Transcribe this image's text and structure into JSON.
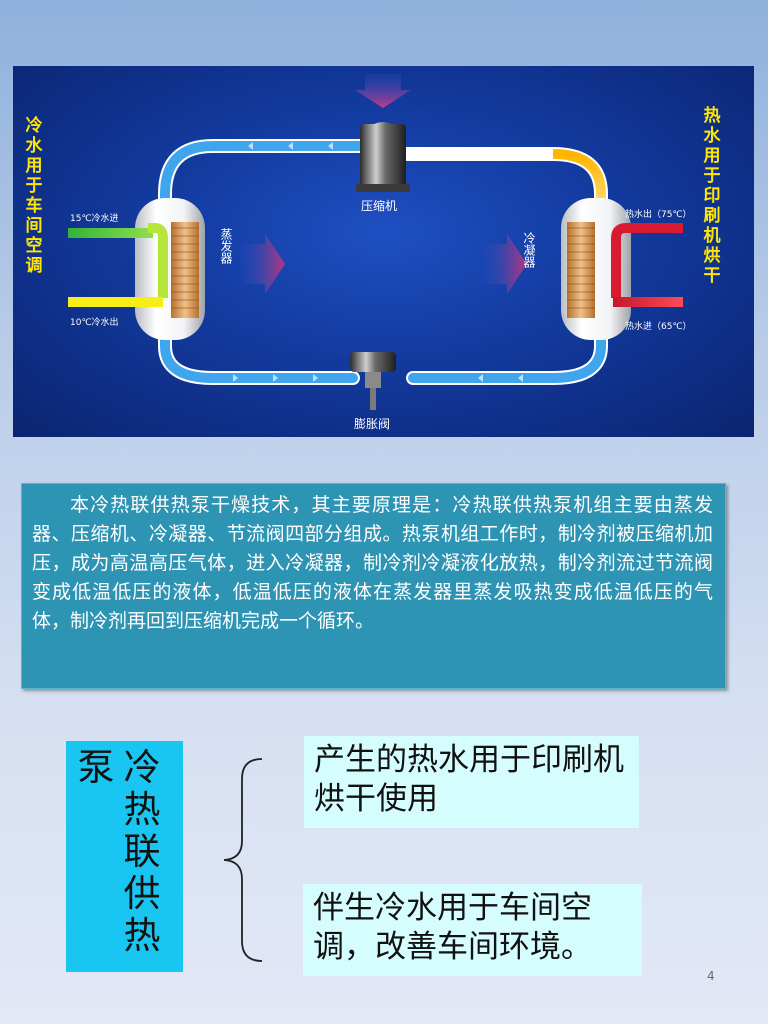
{
  "diagram": {
    "left_label": "冷水用于车间空调",
    "right_label": "热水用于印刷机烘干",
    "compressor_label": "压缩机",
    "evaporator_label": "蒸发器",
    "condenser_label": "冷凝器",
    "expansion_valve_label": "膨胀阀",
    "cold_in_label": "15℃冷水进",
    "cold_out_label": "10℃冷水出",
    "hot_out_label": "热水出（75℃）",
    "hot_in_label": "热水进（65℃）"
  },
  "description": "本冷热联供热泵干燥技术，其主要原理是：冷热联供热泵机组主要由蒸发器、压缩机、冷凝器、节流阀四部分组成。热泵机组工作时，制冷剂被压缩机加压，成为高温高压气体，进入冷凝器，制冷剂冷凝液化放热，制冷剂流过节流阀变成低温低压的液体，低温低压的液体在蒸发器里蒸发吸热变成低温低压的气体，制冷剂再回到压缩机完成一个循环。",
  "pump": {
    "col1": "泵",
    "col2": "冷热联供热"
  },
  "outputs": {
    "hot_water": "产生的热水用于印刷机烘干使用",
    "cold_water": "伴生冷水用于车间空调，改善车间环境。"
  },
  "page_number": "4"
}
